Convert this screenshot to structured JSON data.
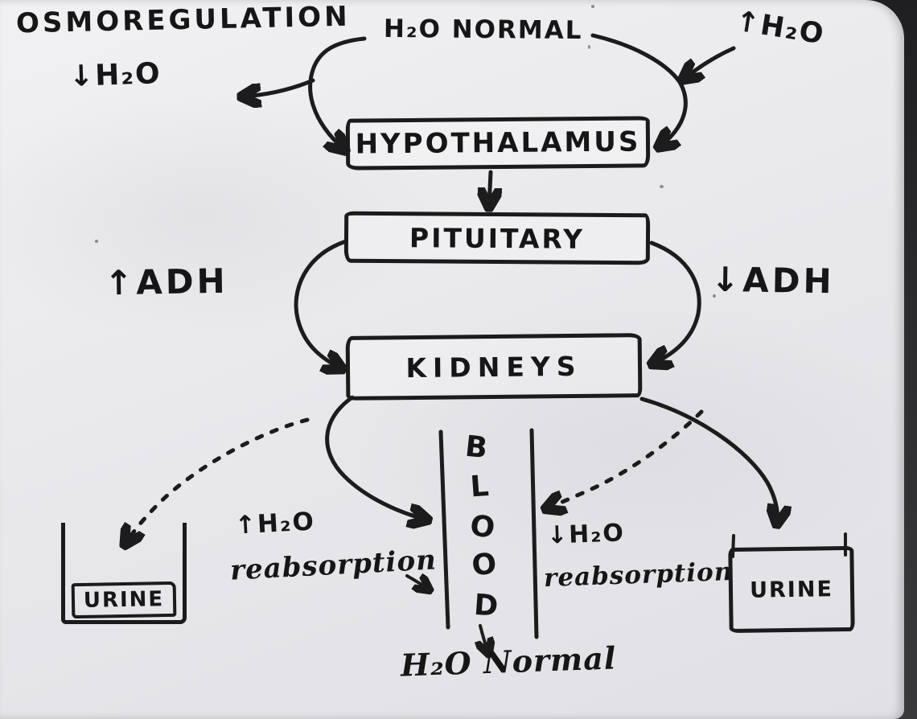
{
  "title": "OSMOREGULATION",
  "top": {
    "low_water": "↓H₂O",
    "normal": "H₂O NORMAL",
    "high_water": "↑H₂O"
  },
  "boxes": {
    "hypothalamus": "HYPOTHALAMUS",
    "pituitary": "PITUITARY",
    "kidneys": "KIDNEYS"
  },
  "hormones": {
    "increase": "↑ADH",
    "decrease": "↓ADH"
  },
  "blood": {
    "label": "BLOOD",
    "letters": [
      "B",
      "L",
      "O",
      "O",
      "D"
    ]
  },
  "left_branch": {
    "water": "↑H₂O",
    "action": "reabsorption",
    "urine": "URINE"
  },
  "right_branch": {
    "water": "↓H₂O",
    "action": "reabsorption",
    "urine": "URINE"
  },
  "outcome": "H₂O Normal",
  "colors": {
    "ink": "#1c1c1c",
    "board": "#e9e9ec",
    "background": "#2b2b2d"
  }
}
